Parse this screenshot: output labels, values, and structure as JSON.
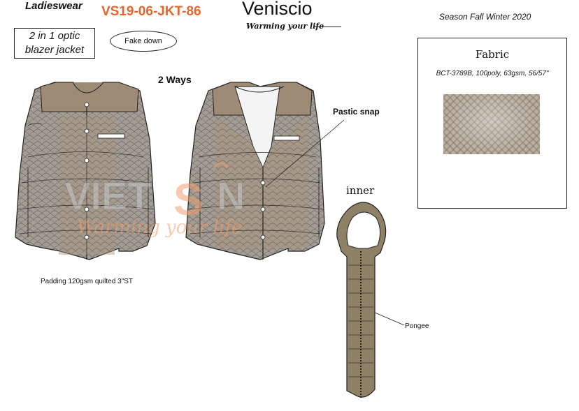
{
  "header": {
    "category": "Ladieswear",
    "style_name_line1": "2 in 1 optic",
    "style_name_line2": "blazer jacket",
    "style_code": "VS19-06-JKT-86",
    "brand": "Veniscio",
    "tagline": "Warming your life",
    "season": "Season  Fall Winter 2020"
  },
  "callouts": {
    "fake_down": "Fake down",
    "two_ways": "2 Ways",
    "snap": "Pastic snap",
    "inner": "inner",
    "pongee": "Pongee",
    "padding": "Padding 120gsm quilted 3\"ST"
  },
  "fabric": {
    "title": "Fabric",
    "spec": "BCT-3789B, 100poly, 63gsm, 56/57\""
  },
  "watermark": {
    "text_left": "VIET",
    "text_mid": "S",
    "text_right": "N",
    "tagline": "Warming your life"
  },
  "colors": {
    "code_orange": "#e8662c",
    "shell_grey": "#9b958d",
    "yoke_tan": "#9d8b76",
    "inner_olive": "#8f8166",
    "watermark": "#f0a070"
  }
}
